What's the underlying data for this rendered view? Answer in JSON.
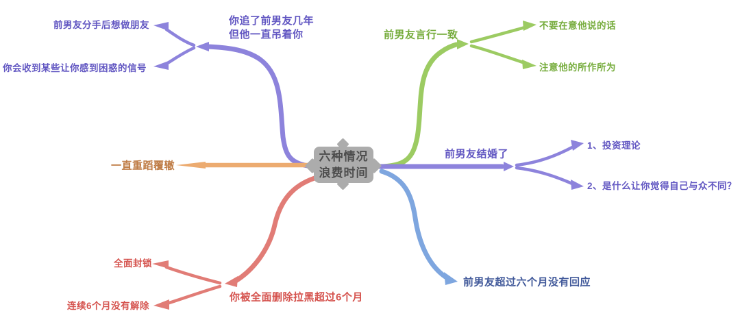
{
  "root": {
    "line1": "六种情况",
    "line2": "浪费时间"
  },
  "branches": [
    {
      "id": "pursued-ex",
      "label": "你追了前男友几年",
      "label2": "但他一直吊着你",
      "color_key": "purple",
      "children": [
        "前男友分手后想做朋友",
        "你会收到某些让你感到困惑的信号"
      ]
    },
    {
      "id": "repeat-mistakes",
      "label": "一直重蹈覆辙",
      "color_key": "orange",
      "children": []
    },
    {
      "id": "fully-blocked",
      "label": "你被全面删除拉黑超过6个月",
      "color_key": "red",
      "children": [
        "全面封锁",
        "连续6个月没有解除"
      ]
    },
    {
      "id": "words-match-actions",
      "label": "前男友言行一致",
      "color_key": "green",
      "children": [
        "不要在意他说的话",
        "注意他的所作所为"
      ]
    },
    {
      "id": "ex-married",
      "label": "前男友结婚了",
      "color_key": "purple",
      "children": [
        "1、投资理论",
        "2、是什么让你觉得自己与众不同？"
      ]
    },
    {
      "id": "no-response-6-months",
      "label": "前男友超过六个月没有回应",
      "color_key": "blue",
      "children": []
    }
  ],
  "colors": {
    "purple": "#8D83DC",
    "purple_text": "#6257C2",
    "orange": "#ECAB70",
    "orange_text": "#BF7C45",
    "red": "#E17C76",
    "red_text": "#D5534E",
    "green": "#9CCB62",
    "green_text": "#76AC3C",
    "blue": "#7EA6DF",
    "blue_text": "#41599A",
    "node_bg": "#ACACAC",
    "node_text": "#4D4D4D"
  }
}
